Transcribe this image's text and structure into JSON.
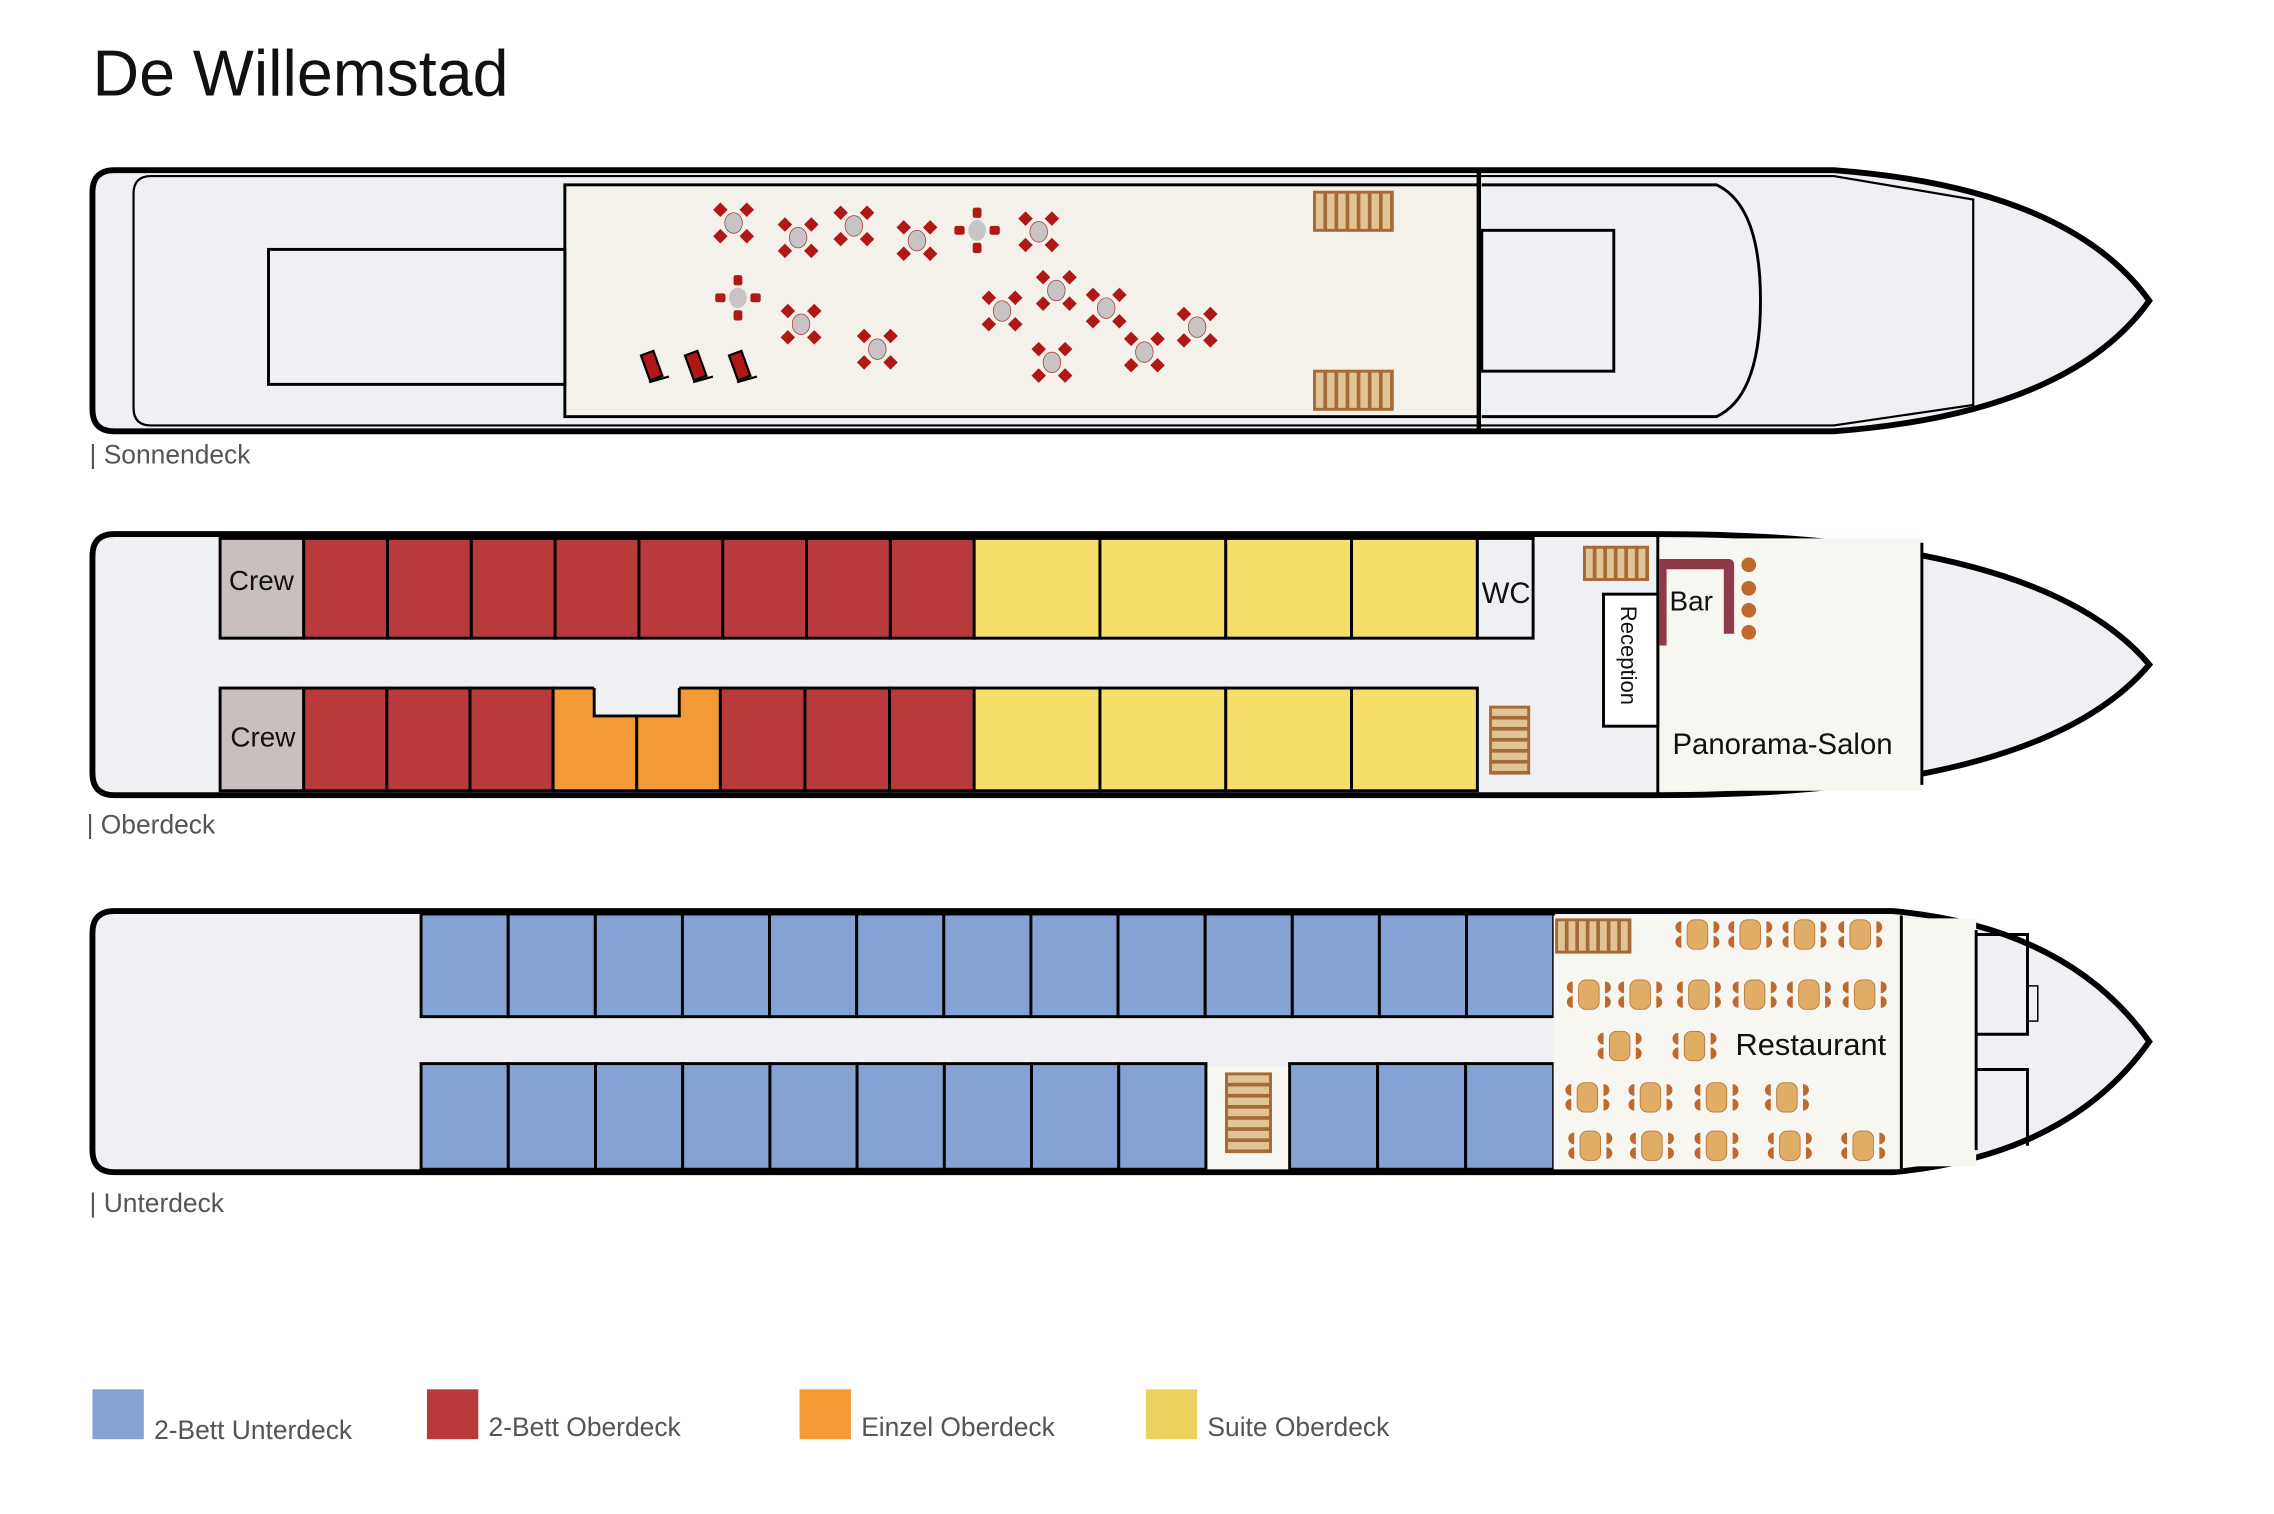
{
  "title": "De Willemstad",
  "decks": {
    "sonnendeck": {
      "label": "| Sonnendeck"
    },
    "oberdeck": {
      "label": "| Oberdeck",
      "crew_top": "Crew",
      "crew_bottom": "Crew",
      "wc": "WC",
      "reception": "Reception",
      "bar": "Bar",
      "salon": "Panorama-Salon",
      "top_row": {
        "red": 8,
        "yellow": 4
      },
      "bottom_row": {
        "red_a": 3,
        "orange": 2,
        "red_b": 3,
        "yellow": 4
      }
    },
    "unterdeck": {
      "label": "| Unterdeck",
      "restaurant": "Restaurant",
      "top_row": {
        "blue": 13
      },
      "bottom_row": {
        "blue_a": 9,
        "blue_b": 3
      }
    }
  },
  "legend": [
    {
      "label": "2-Bett Unterdeck",
      "color": "#84a3d4"
    },
    {
      "label": "2-Bett Oberdeck",
      "color": "#b83a3a"
    },
    {
      "label": "Einzel Oberdeck",
      "color": "#f39a36"
    },
    {
      "label": "Suite Oberdeck",
      "color": "#ecd060"
    }
  ],
  "colors": {
    "blue": "#84a3d4",
    "red": "#b83a3a",
    "orange": "#f39a36",
    "yellow": "#f5de6a",
    "crew": "#c9bfbe",
    "hull": "#eff0f4",
    "deck": "#f3f1ea",
    "salon": "#f7f6f1",
    "bar": "#8e3a48",
    "stairs": "#a56a35",
    "chair_red": "#b01818",
    "table_tan": "#e0ad66",
    "chair_brown": "#c0692e"
  }
}
